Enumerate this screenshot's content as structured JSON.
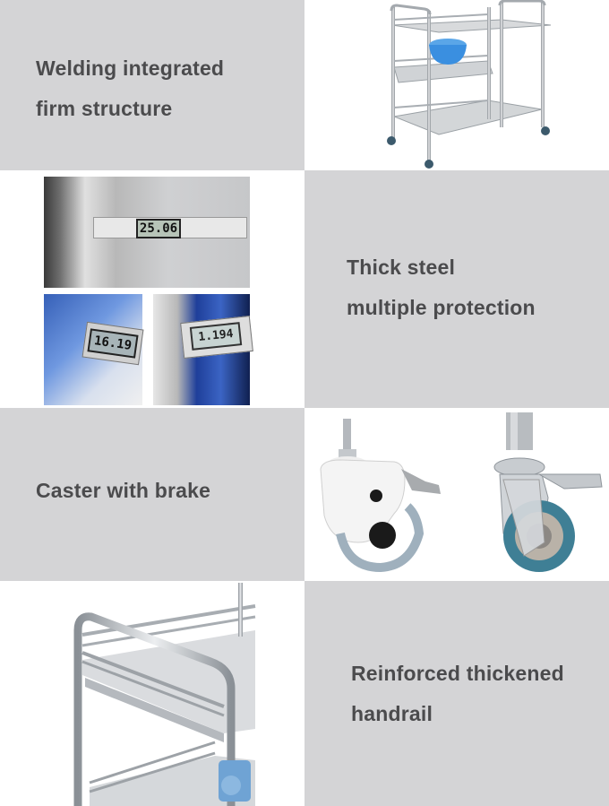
{
  "features": [
    {
      "id": "welding",
      "caption_lines": [
        "Welding integrated",
        "firm structure"
      ],
      "image": "trolley-full-view",
      "text_side": "left"
    },
    {
      "id": "thick-steel",
      "caption_lines": [
        "Thick steel",
        "multiple protection"
      ],
      "image": "caliper-measurements",
      "caliper_readings": [
        "25.06",
        "16.19",
        "1.194"
      ],
      "text_side": "right"
    },
    {
      "id": "caster",
      "caption_lines": [
        "Caster with brake"
      ],
      "image": "caster-wheels",
      "text_side": "left"
    },
    {
      "id": "handrail",
      "caption_lines": [
        "Reinforced thickened",
        "handrail"
      ],
      "image": "handrail-closeup",
      "text_side": "right"
    }
  ],
  "colors": {
    "panel_gray": "#d4d4d6",
    "text": "#4b4b4d",
    "steel": "#b8bcc0",
    "accent_blue": "#3a7fd0",
    "wheel_teal": "#3f7f95"
  }
}
